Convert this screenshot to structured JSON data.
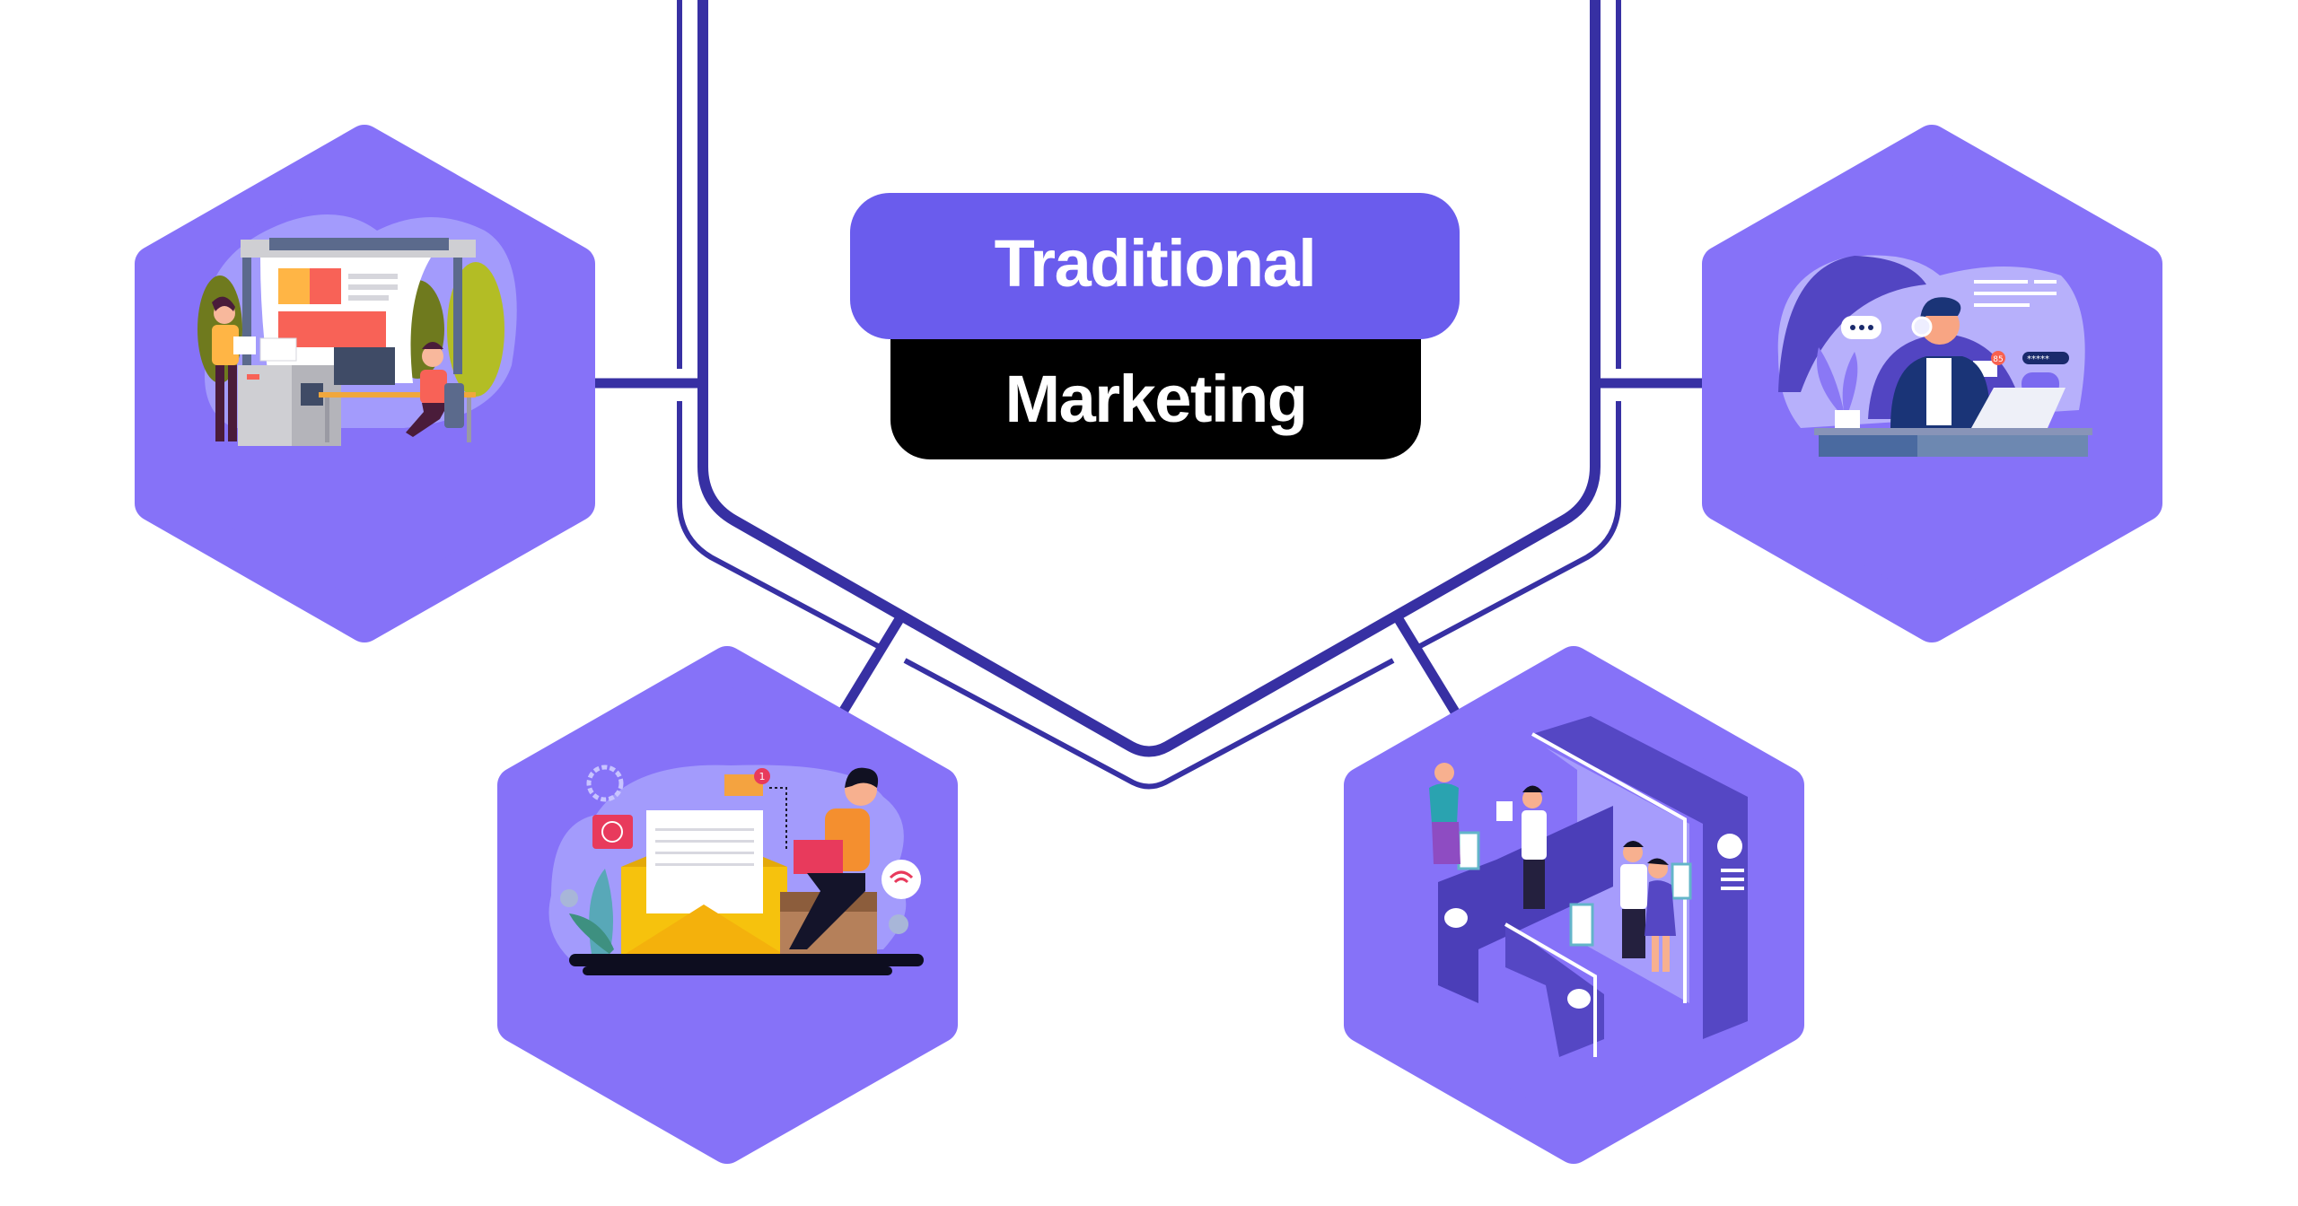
{
  "title": {
    "line1": "Traditional",
    "line2": "Marketing"
  },
  "colors": {
    "hexagon_fill": "#8672f8",
    "title_top_bg": "#6a5ced",
    "title_bottom_bg": "#000000",
    "frame_line": "#3730a3",
    "title_text": "#ffffff"
  },
  "nodes": [
    {
      "position": "top-left",
      "illustration": "print-advertising",
      "description": "Two people working beside a large-format printer and copier"
    },
    {
      "position": "top-right",
      "illustration": "telemarketing",
      "description": "Call-center agent with headset at a laptop, chat bubbles, email badge",
      "badge": "85"
    },
    {
      "position": "bottom-left",
      "illustration": "direct-mail",
      "description": "Open envelope with letter, person with laptop sitting on a box",
      "badge": "1"
    },
    {
      "position": "bottom-right",
      "illustration": "event-booths",
      "description": "People interacting at trade-show booths and kiosks"
    }
  ]
}
